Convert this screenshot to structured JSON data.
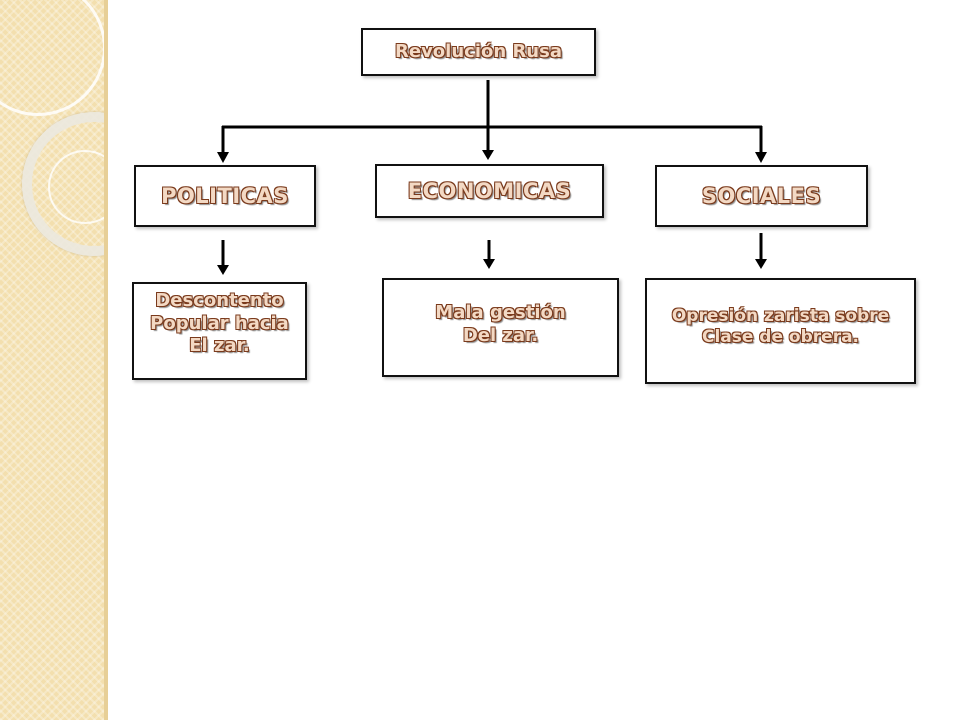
{
  "title": "Revolución Rusa",
  "branches": [
    {
      "label": "POLITICAS",
      "detail": [
        "Descontento",
        "Popular hacia",
        "El zar."
      ]
    },
    {
      "label": "ECONOMICAS",
      "detail": [
        "Mala gestión",
        "Del zar."
      ]
    },
    {
      "label": "SOCIALES",
      "detail": [
        "Opresión zarista sobre",
        "Clase de obrera."
      ]
    }
  ]
}
